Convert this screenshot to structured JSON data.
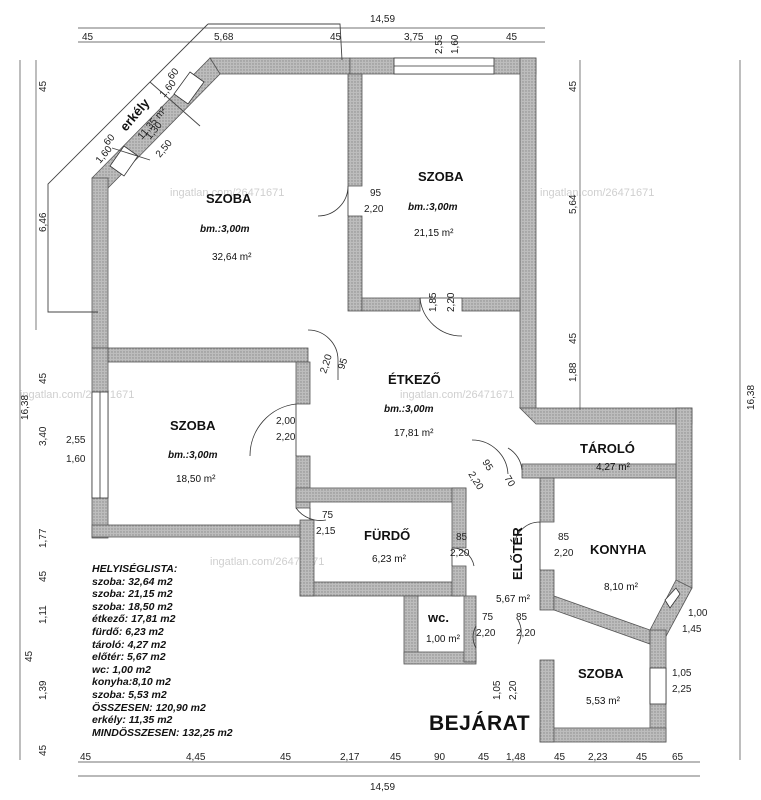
{
  "plan": {
    "entrance_label": "BEJÁRAT",
    "rooms": [
      {
        "key": "szoba1",
        "name": "SZOBA",
        "height": "bm.:3,00m",
        "area": "32,64 m²"
      },
      {
        "key": "szoba2",
        "name": "SZOBA",
        "height": "bm.:3,00m",
        "area": "21,15 m²"
      },
      {
        "key": "szoba3",
        "name": "SZOBA",
        "height": "bm.:3,00m",
        "area": "18,50 m²"
      },
      {
        "key": "etkezo",
        "name": "ÉTKEZŐ",
        "height": "bm.:3,00m",
        "area": "17,81 m²"
      },
      {
        "key": "tarolo",
        "name": "TÁROLÓ",
        "area": "4,27 m²"
      },
      {
        "key": "furdo",
        "name": "FÜRDŐ",
        "area": "6,23 m²"
      },
      {
        "key": "eloter",
        "name": "ELŐTÉR",
        "area": "5,67 m²"
      },
      {
        "key": "konyha",
        "name": "KONYHA",
        "area": "8,10 m²"
      },
      {
        "key": "wc",
        "name": "wc.",
        "area": "1,00 m²"
      },
      {
        "key": "szoba4",
        "name": "SZOBA",
        "area": "5,53 m²"
      }
    ],
    "balcony": {
      "name": "erkély",
      "area": "11,35 m²"
    },
    "watermark": "ingatlan.com/26471671"
  },
  "dimensions": {
    "top": {
      "total": "14,59",
      "segments": [
        "45",
        "5,68",
        "45",
        "3,75",
        "45"
      ],
      "window": [
        "2,55",
        "1,60"
      ]
    },
    "bottom": {
      "total": "14,59",
      "segments": [
        "45",
        "4,45",
        "45",
        "2,17",
        "45",
        "90",
        "45",
        "1,48",
        "45",
        "2,23",
        "45",
        "65"
      ]
    },
    "left": {
      "segments": [
        "45",
        "6,46",
        "45",
        "3,40",
        "1,77",
        "45",
        "1,11",
        "45",
        "1,39",
        "45"
      ],
      "total": "16,38",
      "window": [
        "2,55",
        "1,60"
      ]
    },
    "right": {
      "segments": [
        "45",
        "5,64",
        "45",
        "1,88"
      ],
      "total": "16,38"
    },
    "doors": [
      "95",
      "2,20",
      "1,85",
      "2,20",
      "95",
      "2,20",
      "2,00",
      "2,20",
      "95",
      "2,20",
      "70",
      "75",
      "2,15",
      "85",
      "2,20",
      "85",
      "2,20",
      "75",
      "2,20",
      "85",
      "2,20",
      "1,05",
      "2,20",
      "1,00",
      "1,45",
      "1,05",
      "2,25"
    ],
    "balcony_dims": [
      "60",
      "1,60",
      "60",
      "1,60",
      "1,30",
      "2,50"
    ]
  },
  "room_list": {
    "title": "HELYISÉGLISTA:",
    "items": [
      "szoba: 32,64 m2",
      "szoba: 21,15 m2",
      "szoba: 18,50 m2",
      "étkező: 17,81 m2",
      "fürdő: 6,23 m2",
      "tároló: 4,27 m2",
      "előtér: 5,67 m2",
      "wc: 1,00 m2",
      "konyha:8,10 m2",
      "szoba: 5,53 m2",
      "ÖSSZESEN: 120,90 m2",
      "erkély: 11,35 m2",
      "MINDÖSSZESEN: 132,25 m2"
    ]
  }
}
